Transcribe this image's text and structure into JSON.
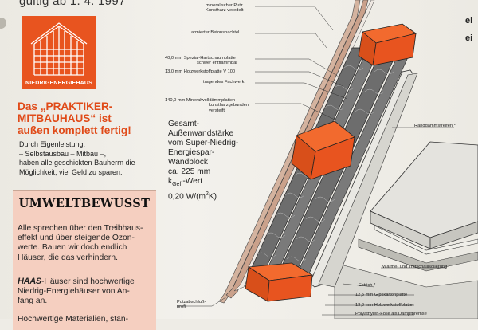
{
  "header": {
    "valid_from": "gültig ab 1. 4. 1997"
  },
  "logo": {
    "label": "NIEDRIGENERGIEHAUS",
    "color": "#e8541f"
  },
  "intro": {
    "headline_l1": "Das „PRAKTIKER-",
    "headline_l2": "MITBAUHAUS“ ist",
    "headline_l3": "außen komplett fertig!",
    "body_l1": "Durch Eigenleistung,",
    "body_l2": "– Selbstausbau – Mitbau –,",
    "body_l3": "haben alle geschickten Bauherrn die",
    "body_l4": "Möglichkeit, viel Geld zu sparen."
  },
  "umwelt": {
    "title": "UMWELTBEWUSST",
    "p1_l1": "Alle sprechen über den Treibhaus-",
    "p1_l2": "effekt und über steigende Ozon-",
    "p1_l3": "werte. Bauen wir doch endlich",
    "p1_l4": "Häuser, die das verhindern.",
    "brand": "HAAS",
    "p2_l1": "-Häuser sind hochwertige",
    "p2_l2": "Niedrig-Energiehäuser von An-",
    "p2_l3": "fang an.",
    "p3_l1": "Hochwertige Materialien, stän-",
    "color": "#f5cfc0"
  },
  "diagram": {
    "labels": {
      "putz_l1": "mineralischer Putz",
      "putz_l2": "Kunstharz veredelt",
      "spachtel": "armierter Betonspachtel",
      "hartschaum_l1": "40,0 mm Spezial-Hartschaumplatte",
      "hartschaum_l2": "schwer entflammbar",
      "holzwerk100": "13,0 mm Holzwerkstoffplatte V 100",
      "fachwerk": "tragendes Fachwerk",
      "mineralwolle_l1": "140,0 mm Mineralwolldämmplatten",
      "mineralwolle_l2": "kunstharzgebunden",
      "mineralwolle_l3": "versteift",
      "randdaemm": "Randdämmstreifen *",
      "waerme": "Wärme- und Trittschallisolierung",
      "estrich": "Estrich *",
      "gips": "12,5 mm Gipskartonplatte",
      "holzwerk": "13,0 mm Holzwerkstoffplatte",
      "folie": "Polyäthylen-Folie als Dampfbremse",
      "putzab_l1": "Putzabschluß-",
      "putzab_l2": "profil"
    },
    "gesamt": {
      "l1": "Gesamt-",
      "l2": "Außenwandstärke",
      "l3": "vom Super-Niedrig-",
      "l4": "Energiespar-",
      "l5": "Wandblock",
      "l6": "ca. 225 mm",
      "l7a": "k",
      "l7sub": "Gef.",
      "l7b": "-Wert",
      "l8a": "0,20 W/(m",
      "l8sup": "2",
      "l8b": "K)"
    },
    "colors": {
      "timber": "#e8541f",
      "insulation": "#6d6d6d",
      "plaster": "#c9a08a"
    }
  },
  "edge": {
    "e1": "ei",
    "e2": "ei"
  }
}
